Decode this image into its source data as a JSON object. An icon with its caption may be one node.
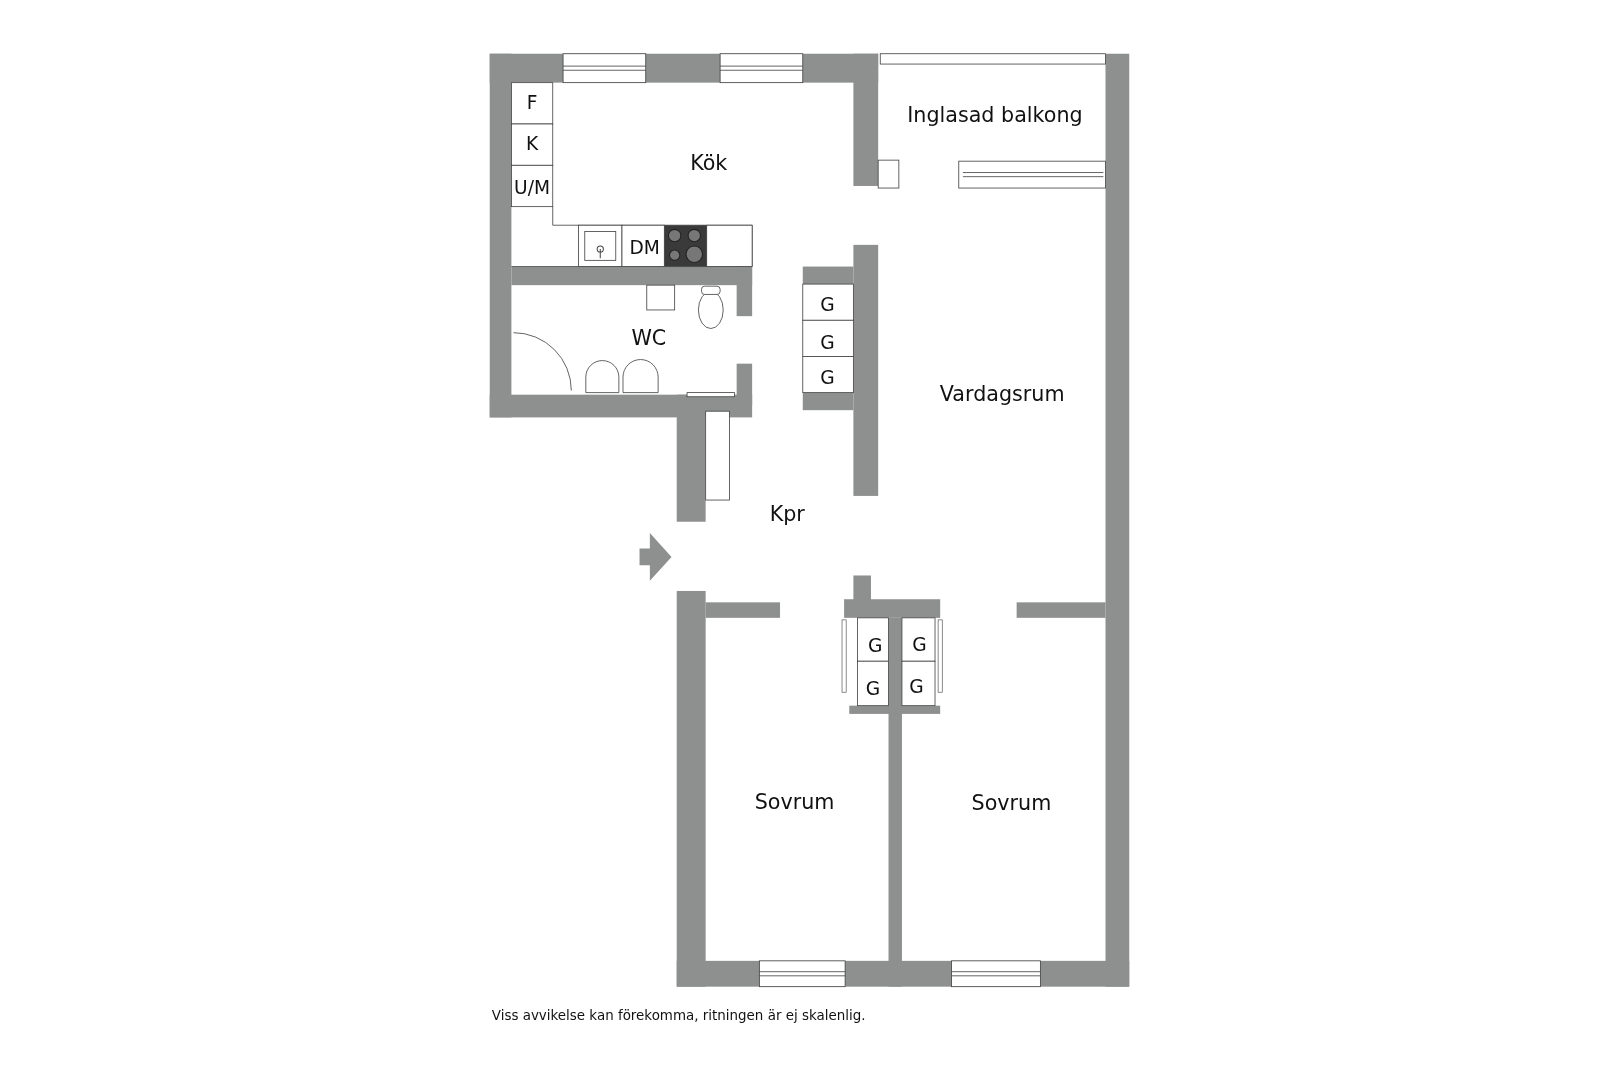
{
  "diagram": {
    "caption": "Viss avvikelse kan förekomma, ritningen är ej skalenlig.",
    "labels": [
      "F",
      "K",
      "U/M",
      "Kök",
      "Inglasad balkong",
      "DM",
      "WC",
      "G",
      "G",
      "G",
      "Vardagsrum",
      "Kpr",
      "G",
      "G",
      "G",
      "G",
      "Sovrum",
      "Sovrum"
    ]
  }
}
